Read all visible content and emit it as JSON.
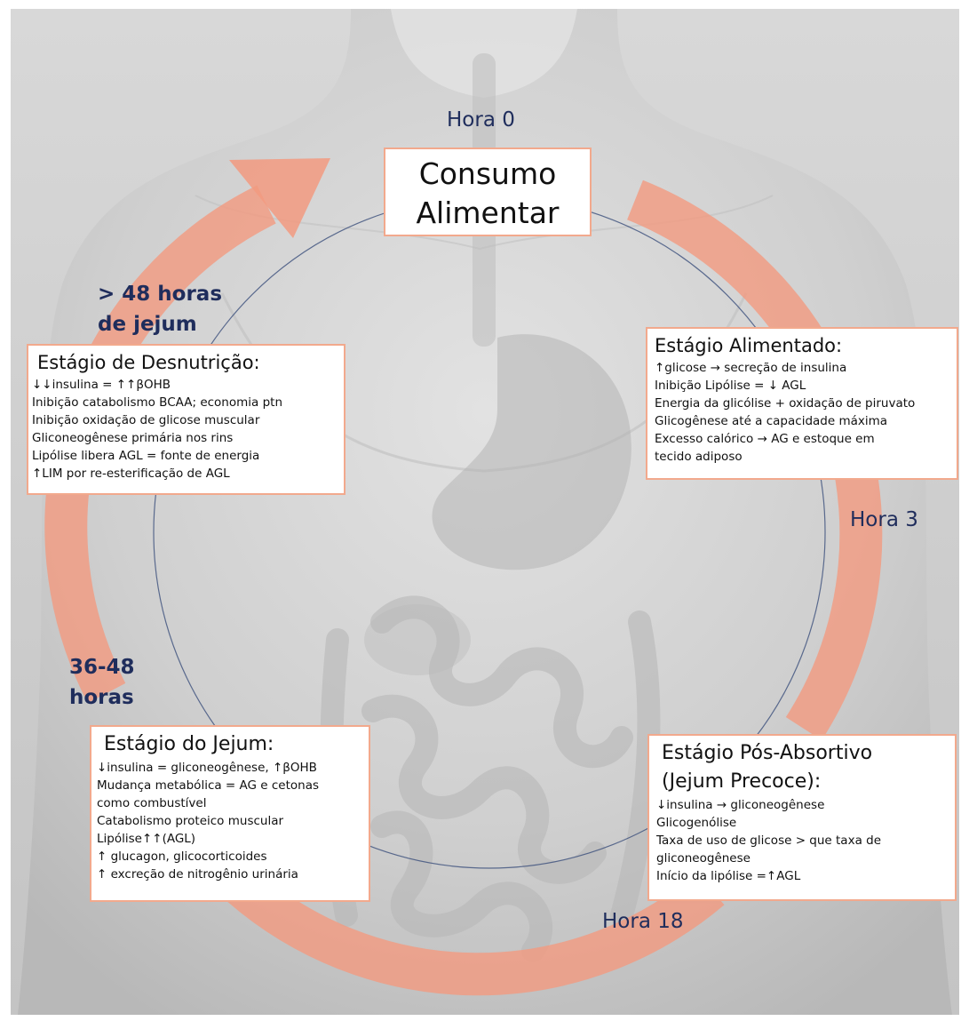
{
  "center": {
    "title_line1": "Consumo",
    "title_line2": "Alimentar"
  },
  "time_labels": {
    "hora0": "Hora 0",
    "hora3": "Hora 3",
    "hora18": "Hora 18",
    "h36_48_line1": "36-48",
    "h36_48_line2": "horas",
    "h48_line1": "> 48 horas",
    "h48_line2": "de jejum"
  },
  "stages": {
    "alimentado": {
      "title": "Estágio Alimentado:",
      "items": [
        "↑glicose → secreção de insulina",
        "Inibição Lipólise = ↓ AGL",
        "Energia da glicólise + oxidação de piruvato",
        "Glicogênese até a capacidade máxima",
        "Excesso calórico → AG e estoque em",
        "tecido adiposo"
      ]
    },
    "pos_absortivo": {
      "title_line1": "Estágio Pós-Absortivo",
      "title_line2": "(Jejum Precoce):",
      "items": [
        "↓insulina → gliconeogênese",
        "Glicogenólise",
        "Taxa de uso de glicose > que taxa de",
        "gliconeogênese",
        "Início da lipólise =↑AGL"
      ]
    },
    "jejum": {
      "title": "Estágio do Jejum:",
      "items": [
        "↓insulina = gliconeogênese, ↑βOHB",
        "Mudança metabólica = AG e cetonas",
        "como combustível",
        "Catabolismo proteico muscular",
        "Lipólise↑↑(AGL)",
        "↑ glucagon, glicocorticoides",
        "↑ excreção de nitrogênio urinária"
      ]
    },
    "desnutricao": {
      "title": "Estágio de Desnutrição:",
      "items": [
        "↓↓insulina = ↑↑βOHB",
        "Inibição catabolismo BCAA; economia ptn",
        "Inibição oxidação de glicose muscular",
        "Gliconeogênese primária nos rins",
        "Lipólise libera AGL = fonte de energia",
        "↑LIM por re-esterificação de AGL"
      ]
    }
  },
  "colors": {
    "background": "#cfcfcf",
    "arrow": "#f29a80",
    "label_text": "#1f2d5c",
    "box_border": "#f2a98d",
    "circle": "#3b4f7c"
  }
}
